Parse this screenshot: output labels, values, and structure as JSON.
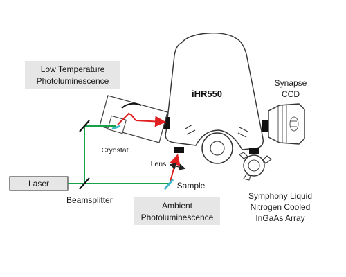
{
  "labels": {
    "low_temp_line1": "Low Temperature",
    "low_temp_line2": "Photoluminescence",
    "spectrometer": "iHR550",
    "synapse_line1": "Synapse",
    "synapse_line2": "CCD",
    "cryostat": "Cryostat",
    "lens": "Lens",
    "laser": "Laser",
    "sample": "Sample",
    "beamsplitter": "Beamsplitter",
    "ambient_line1": "Ambient",
    "ambient_line2": "Photoluminescence",
    "symphony_line1": "Symphony Liquid",
    "symphony_line2": "Nitrogen Cooled",
    "symphony_line3": "InGaAs Array"
  },
  "colors": {
    "laser_beam": "#17a24a",
    "emission_beam": "#e02020",
    "label_box": "#e6e6e6",
    "optics": "#3fb8c8"
  }
}
